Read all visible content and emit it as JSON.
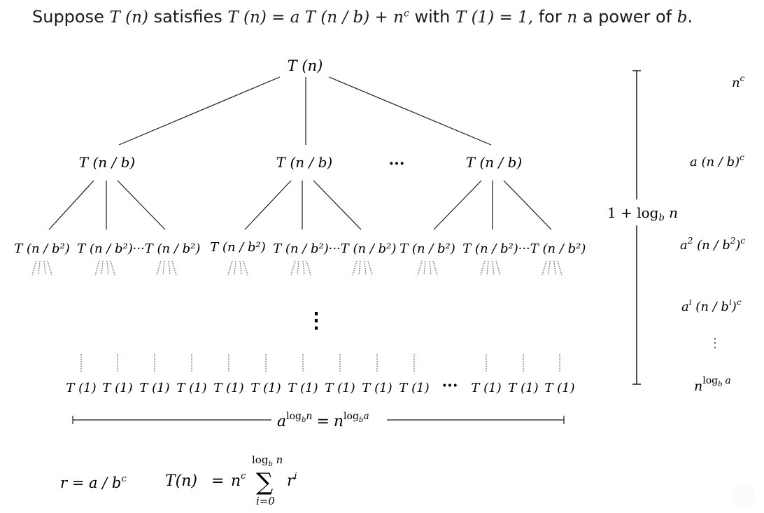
{
  "heading": {
    "prefix": "Suppose",
    "t_n": "T (n)",
    "satisfies": "satisfies",
    "recurrence": "T (n) = a T (n / b) + n",
    "recurrence_exp": "c",
    "with": "with",
    "base_case": "T (1) = 1,",
    "for": "for",
    "n": "n",
    "power_of": "a power of",
    "b": "b",
    "period": "."
  },
  "tree": {
    "root": "T (n)",
    "level1": [
      "T (n / b)",
      "T (n / b)",
      "T (n / b)"
    ],
    "level1_ellipsis": "···",
    "level2": [
      "T (n / b²)",
      "T (n / b²)",
      "···T (n / b²)",
      "T (n / b²)",
      "T (n / b²)",
      "···T (n / b²)",
      "T (n / b²)",
      "T (n / b²)",
      "···T (n / b²)"
    ],
    "mid_ellipsis": "⋮",
    "leaves": [
      "T (1)",
      "T (1)",
      "T (1)",
      "T (1)",
      "T (1)",
      "T (1)",
      "T (1)",
      "T (1)",
      "T (1)",
      "T (1)",
      "T (1)",
      "T (1)",
      "T (1)"
    ],
    "leaf_ellipsis": "···"
  },
  "height": {
    "label": "1 + log",
    "sub": "b",
    "var": " n"
  },
  "width_label": {
    "a": "a",
    "log_b_n": "log",
    "sub_b": "b",
    "n": "n",
    "eq": "=",
    "n2": "n",
    "log_b_a": "log",
    "sub_b2": "b",
    "a2": "a"
  },
  "level_costs": [
    {
      "main": "n",
      "sup": "c"
    },
    {
      "main": "a (n / b)",
      "sup": "c"
    },
    {
      "pre": "a",
      "pre_sup": "2",
      "main": " (n / b",
      "main_sup": "2",
      "close": ")",
      "sup": "c"
    },
    {
      "pre": "a",
      "pre_sup": "i",
      "main": " (n / b",
      "main_sup": "i",
      "close": ")",
      "sup": "c"
    }
  ],
  "cost_ellipsis": "⋮",
  "last_cost": {
    "main": "n",
    "sup": "log",
    "sub": "b",
    "sup2": "a"
  },
  "formulas": {
    "r_def": "r = a / b",
    "r_sup": "c",
    "t_lhs": "T(n)",
    "eq": "=",
    "n": "n",
    "n_sup": "c",
    "sigma": "∑",
    "sum_top": "log",
    "sum_top_sub": "b",
    "sum_top_var": " n",
    "sum_bottom": "i=0",
    "r": "r",
    "r_exp": "i"
  }
}
